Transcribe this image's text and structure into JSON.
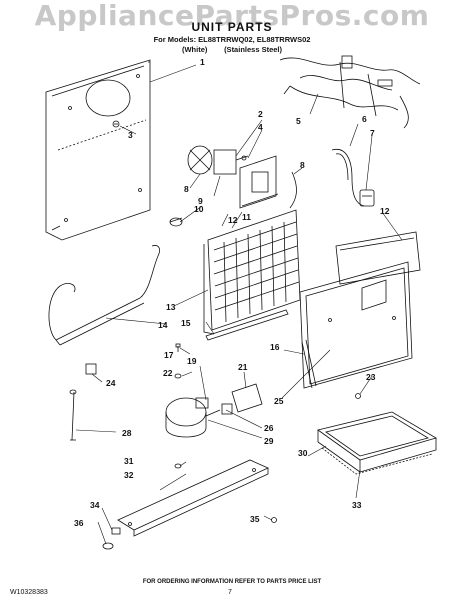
{
  "watermark": "AppliancePartsPros.com",
  "header": {
    "title": "UNIT PARTS",
    "models_line": "For Models: EL88TRRWQ02, EL88TRRWS02",
    "variant_white": "(White)",
    "variant_stainless": "(Stainless Steel)"
  },
  "callouts": [
    "1",
    "2",
    "3",
    "4",
    "5",
    "6",
    "7",
    "8",
    "8",
    "9",
    "10",
    "11",
    "12",
    "12",
    "13",
    "14",
    "15",
    "16",
    "17",
    "19",
    "21",
    "22",
    "23",
    "24",
    "25",
    "26",
    "28",
    "29",
    "30",
    "31",
    "32",
    "33",
    "34",
    "35",
    "36"
  ],
  "footer": {
    "ordering_note": "FOR ORDERING INFORMATION REFER TO PARTS PRICE LIST",
    "document_number": "W10328383",
    "page_number": "7"
  },
  "colors": {
    "ink": "#111111",
    "watermark": "#c8c8c8",
    "background": "#ffffff"
  }
}
